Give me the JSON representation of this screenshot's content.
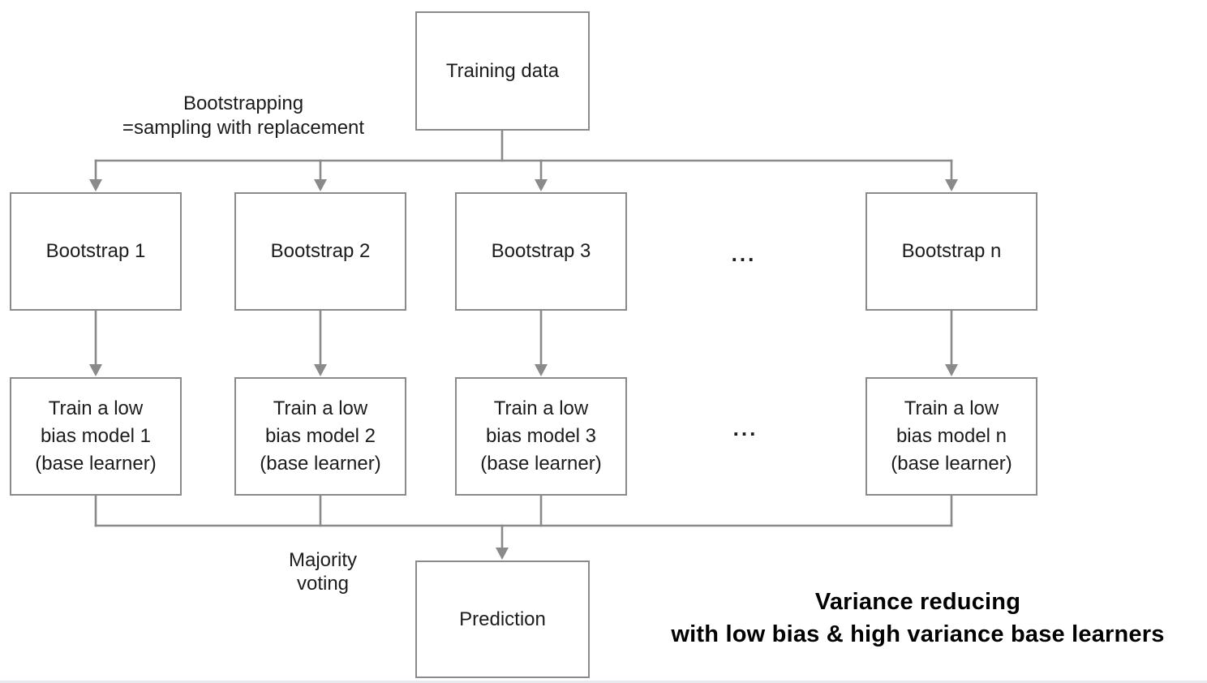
{
  "nodes": {
    "training_data": "Training data",
    "bootstraps": [
      "Bootstrap 1",
      "Bootstrap 2",
      "Bootstrap 3",
      "Bootstrap n"
    ],
    "models": [
      "Train a low\nbias model 1\n(base learner)",
      "Train a low\nbias model 2\n(base learner)",
      "Train a low\nbias model 3\n(base learner)",
      "Train a low\nbias model n\n(base learner)"
    ],
    "prediction": "Prediction",
    "ellipsis": "..."
  },
  "annotations": {
    "bootstrapping": "Bootstrapping\n=sampling with replacement",
    "majority_voting": "Majority\nvoting",
    "caption": "Variance reducing\nwith low bias & high variance base learners"
  },
  "colors": {
    "line": "#8a8a8a",
    "box_border": "#8a8a8a",
    "text": "#1c1c1c",
    "caption_text": "#000000",
    "background": "#ffffff",
    "footer_strip": "#e7eaef"
  }
}
